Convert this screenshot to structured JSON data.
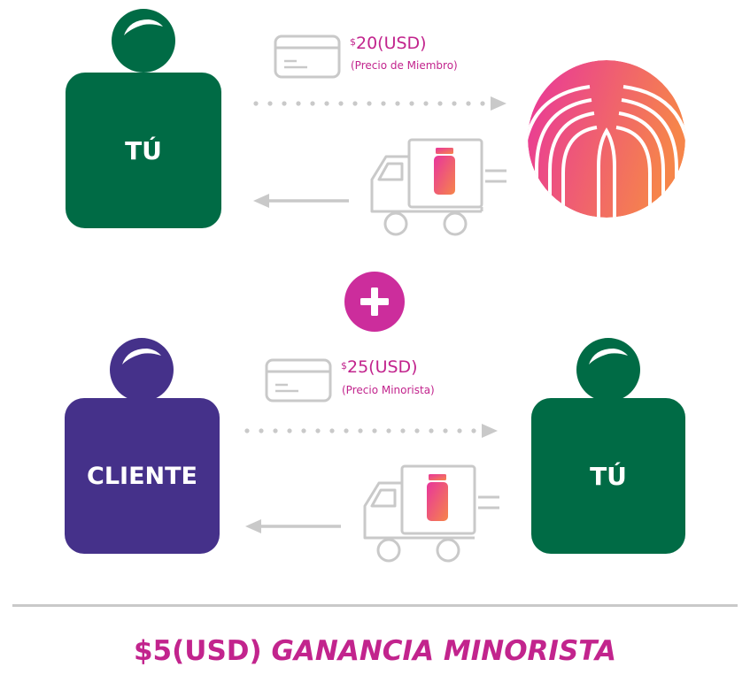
{
  "top_row": {
    "person_label": "TÚ",
    "price_symbol": "$",
    "price_value": "20(USD)",
    "price_note": "(Precio de Miembro)"
  },
  "bottom_row": {
    "customer_label": "CLIENTE",
    "seller_label": "TÚ",
    "price_symbol": "$",
    "price_value": "25(USD)",
    "price_note": "(Precio Minorista)"
  },
  "footer": {
    "amount": "$5(USD)",
    "profit_label": "GANANCIA MINORISTA"
  },
  "colors": {
    "green": "#006b45",
    "purple": "#45318a",
    "magenta": "#c2248d",
    "gray": "#c9c9c9",
    "gradient_start": "#e8359c",
    "gradient_end": "#f6854a"
  },
  "icons": [
    "credit-card-icon",
    "delivery-truck-icon",
    "product-bottle-icon",
    "plus-icon",
    "brand-logo-icon"
  ]
}
